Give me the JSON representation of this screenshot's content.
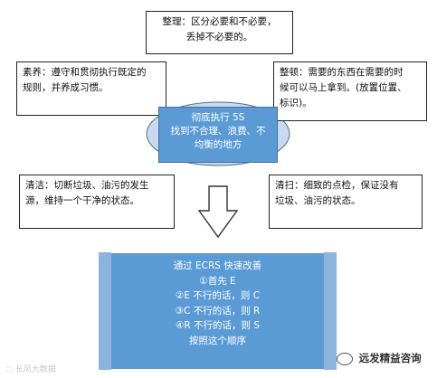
{
  "colors": {
    "accent": "#5b9bd5",
    "ellipse": "#c9daf0",
    "border": "#222222"
  },
  "top_box": {
    "line1": "整理：区分必要和不必要，",
    "line2": "丢掉不必要的。"
  },
  "left_box": {
    "line1": "素养：遵守和贯彻执行既定的",
    "line2": "规则，并养成习惯。"
  },
  "right_box": {
    "line1": "整顿：需要的东西在需要的时",
    "line2": "候可以马上拿到。(放置位置、",
    "line3": "标识)。"
  },
  "center_box": {
    "line1": "彻底执行 5S",
    "line2": "找到不合理、浪费、不",
    "line3": "均衡的地方"
  },
  "lower_left_box": {
    "line1": "清洁：切断垃圾、油污的发生",
    "line2": "源，维持一个干净的状态。"
  },
  "lower_right_box": {
    "line1": "清扫：细致的点检，保证没有",
    "line2": "垃圾、油污的状态。"
  },
  "bottom_panel": {
    "lines": [
      "通过 ECRS 快速改善",
      "①首先 E",
      "②E 不行的话，则 C",
      "③C 不行的话，则 R",
      "④R 不行的话，则 S",
      "按照这个顺序"
    ]
  },
  "watermarks": {
    "left": "长风大数据",
    "right": "远发精益咨询"
  }
}
